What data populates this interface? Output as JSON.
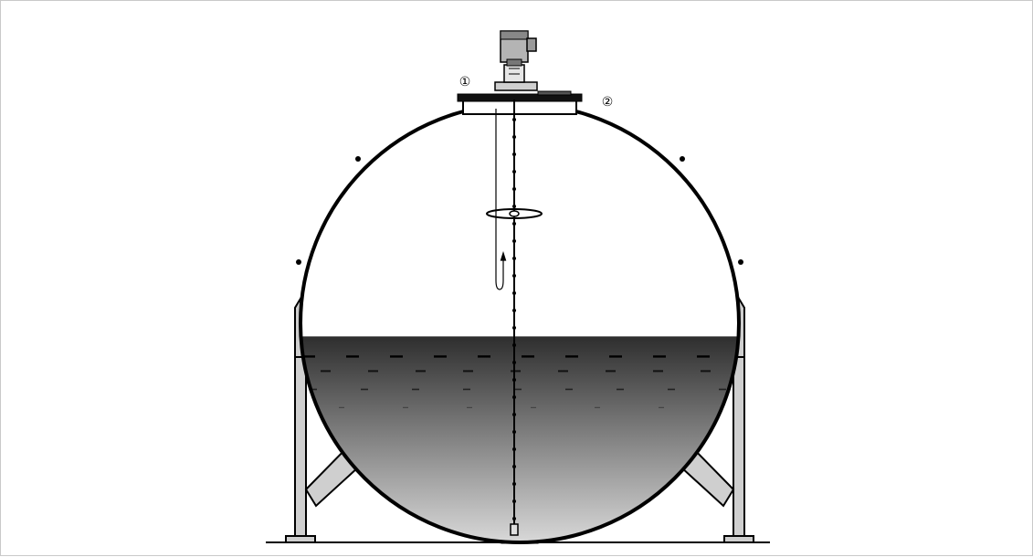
{
  "diagram": {
    "callouts": [
      {
        "id": "1",
        "symbol": "①"
      },
      {
        "id": "2",
        "symbol": "②"
      }
    ],
    "colors": {
      "outline": "#000000",
      "leg_fill": "#cfcfcf",
      "liquid_top": "#2e2e2e",
      "liquid_bottom": "#dcdcdc",
      "gauge_head": "#9a9a9a"
    },
    "liquid_level_fraction": 0.47
  }
}
